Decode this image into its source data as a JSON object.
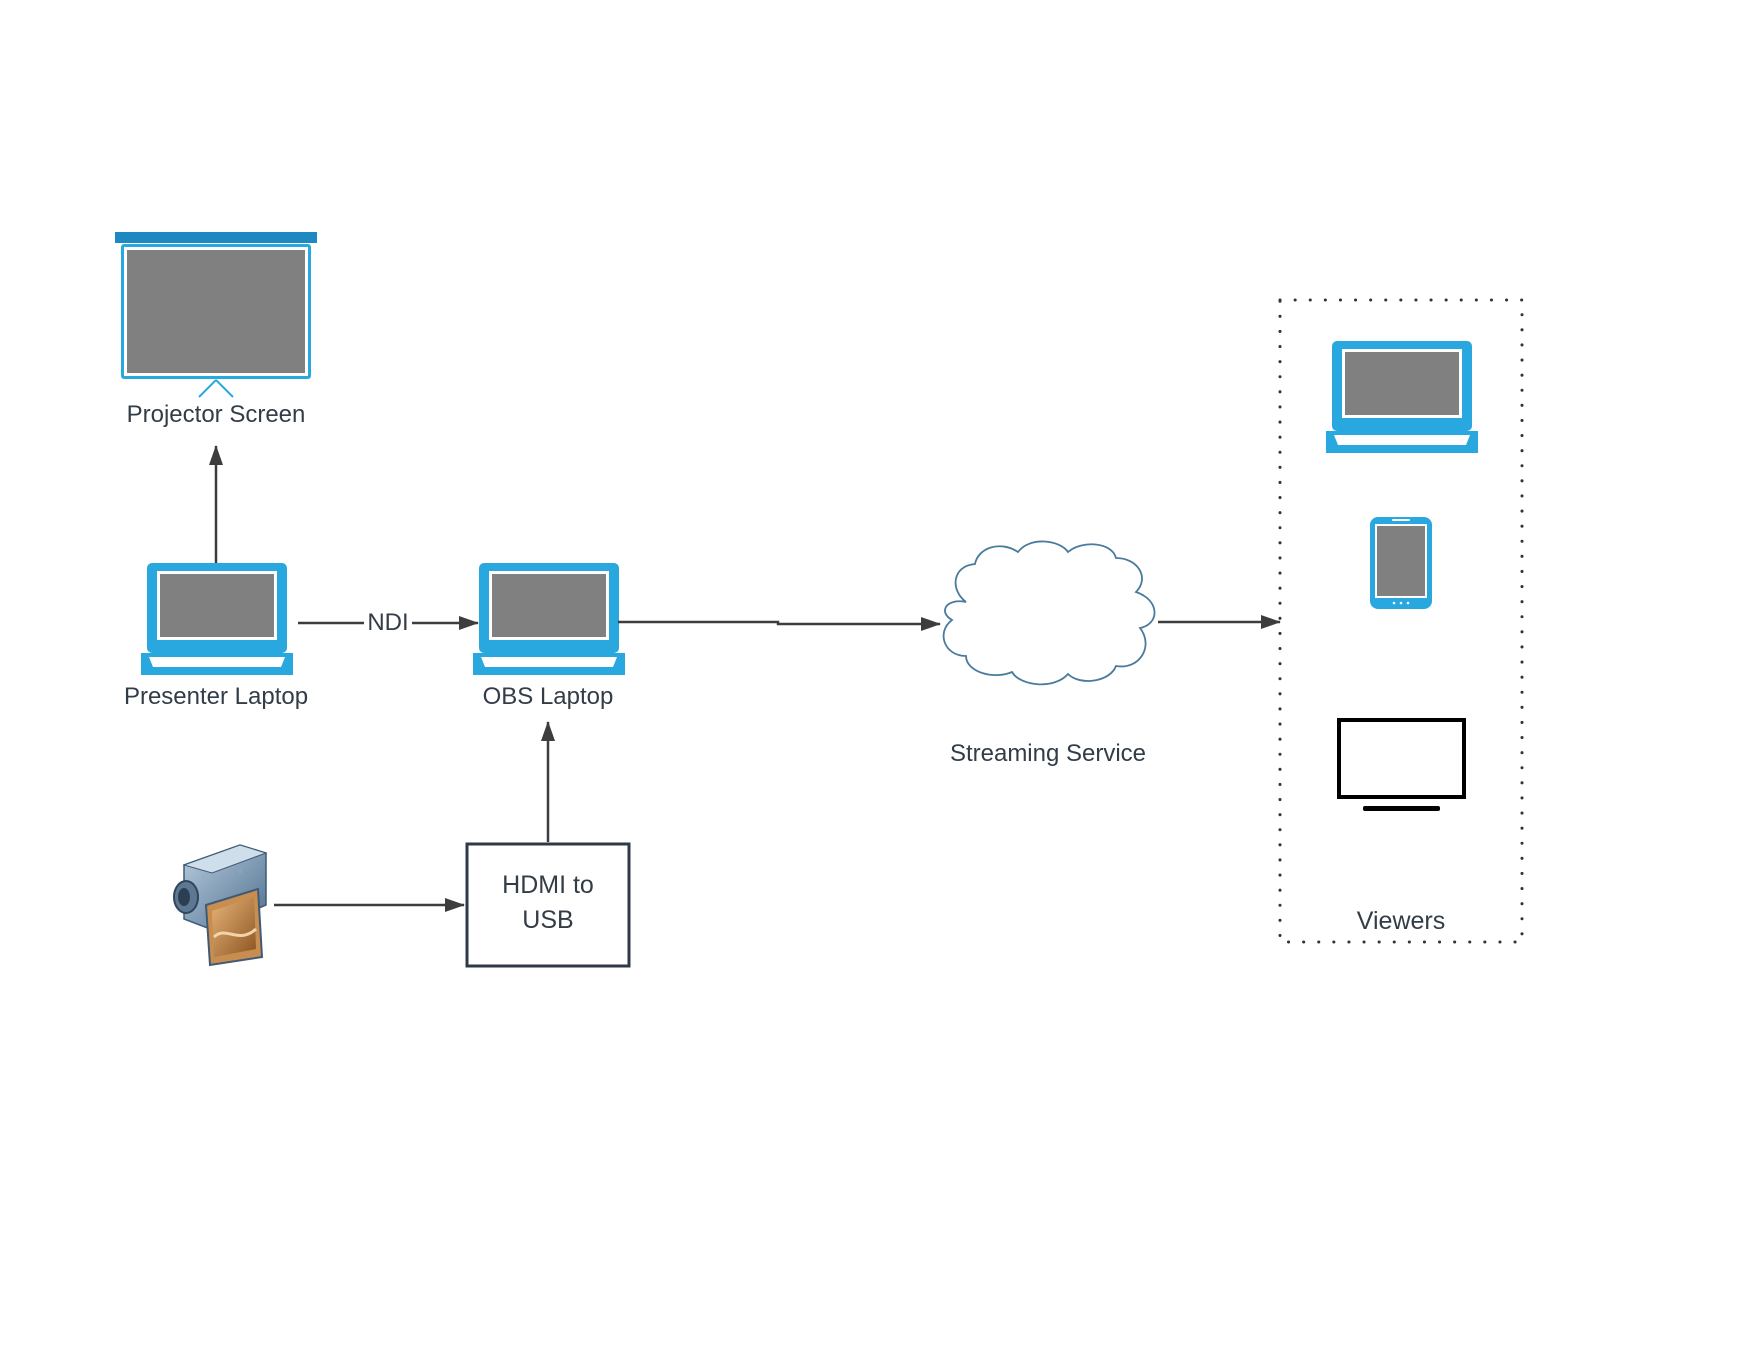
{
  "nodes": {
    "projector_screen": {
      "label": "Projector Screen"
    },
    "presenter_laptop": {
      "label": "Presenter Laptop"
    },
    "obs_laptop": {
      "label": "OBS Laptop"
    },
    "hdmi_to_usb": {
      "line1": "HDMI to",
      "line2": "USB"
    },
    "streaming_service": {
      "label": "Streaming Service"
    },
    "viewers": {
      "label": "Viewers"
    }
  },
  "edges": {
    "presenter_to_obs": {
      "label": "NDI"
    }
  },
  "colors": {
    "device_blue": "#29a8e0",
    "device_screen": "#808080",
    "screen_bar": "#1e88c0",
    "arrow": "#3d3d3d",
    "text": "#333d47",
    "cloud_stroke": "#4a7a9c",
    "box_stroke": "#2e3a46"
  }
}
